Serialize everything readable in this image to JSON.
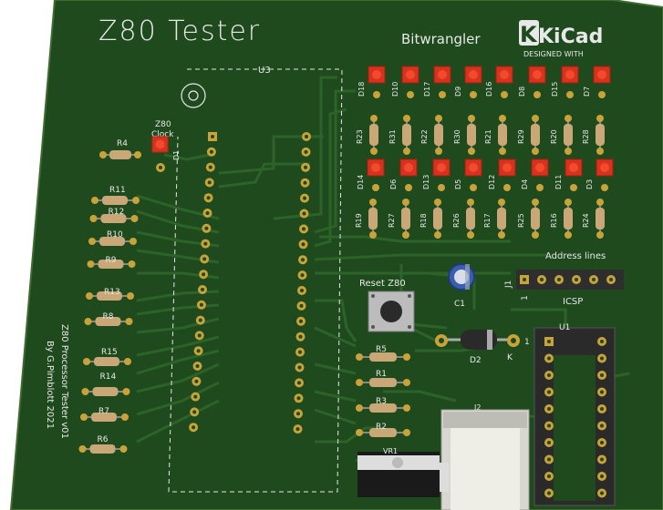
{
  "board": {
    "title": "Z80 Tester",
    "author_tag": "Bitwrangler",
    "logo_main": "KiCad",
    "logo_sub": "DESIGNED WITH",
    "vertical_note_line1": "Z80 Processor Tester v01",
    "vertical_note_line2": "By G.Pimblott 2021"
  },
  "colors": {
    "board": "#1f4a1d",
    "board_edge": "#3f6a30",
    "trace": "#2c6328",
    "silk": "#e8e8e8",
    "pad": "#c9a23a",
    "led": "#d8321e",
    "resistor": "#c9a777"
  },
  "labels": {
    "u3": "U3",
    "z80_clock_1": "Z80",
    "z80_clock_2": "Clock",
    "d1": "D1",
    "r4": "R4",
    "left_resistors": [
      "R11",
      "R12",
      "R10",
      "R9",
      "R13",
      "R8",
      "R15",
      "R14",
      "R7",
      "R6"
    ],
    "led_row1": [
      "D18",
      "D10",
      "D17",
      "D9",
      "D16",
      "D8",
      "D15",
      "D7"
    ],
    "res_row1": [
      "R23",
      "R31",
      "R22",
      "R30",
      "R21",
      "R29",
      "R20",
      "R28"
    ],
    "led_row2": [
      "D14",
      "D6",
      "D13",
      "D5",
      "D12",
      "D4",
      "D11",
      "D3"
    ],
    "res_row2": [
      "R19",
      "R27",
      "R18",
      "R26",
      "R17",
      "R25",
      "R16",
      "R24"
    ],
    "address_lines": "Address lines",
    "j1": "J1",
    "icsp": "ICSP",
    "pin1": "1",
    "reset": "Reset Z80",
    "c1": "C1",
    "d2": "D2",
    "k": "K",
    "u1": "U1",
    "u1_pin1": "1",
    "mid_resistors": [
      "R5",
      "R1",
      "R3",
      "R2"
    ],
    "j2": "J2",
    "vr": "VR1"
  }
}
